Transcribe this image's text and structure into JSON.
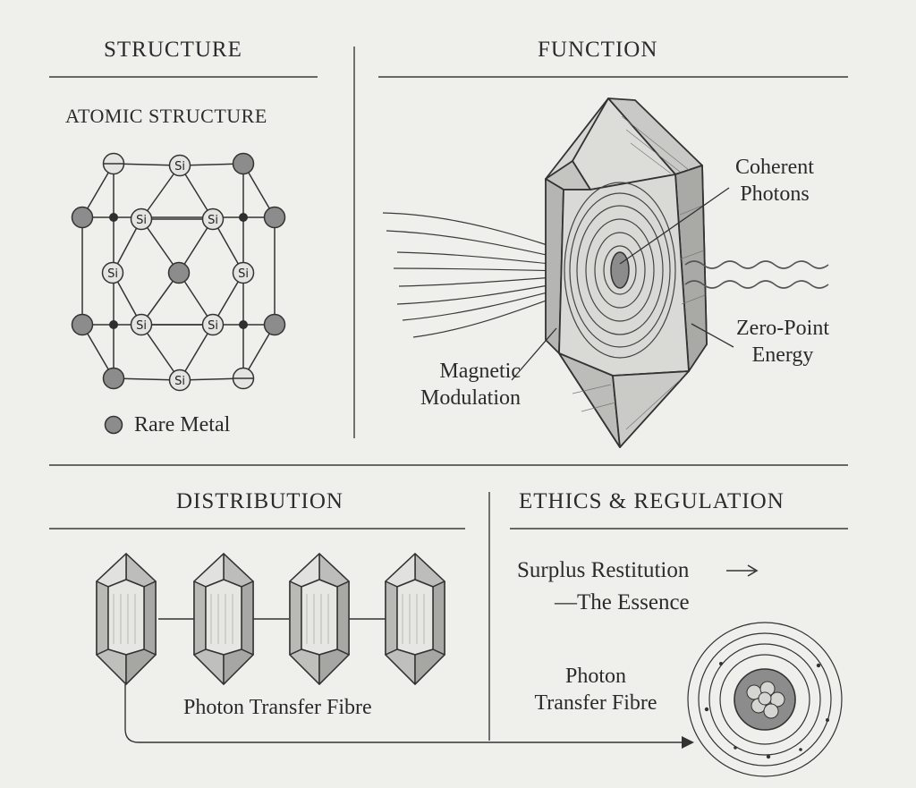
{
  "sections": {
    "structure": "STRUCTURE",
    "function": "FUNCTION",
    "distribution": "DISTRIBUTION",
    "ethics": "ETHICS & REGULATION"
  },
  "structure": {
    "subtitle": "ATOMIC STRUCTURE",
    "atom_label": "Si",
    "legend": "Rare Metal"
  },
  "function": {
    "coherent_photons": [
      "Coherent",
      "Photons"
    ],
    "zero_point_energy": [
      "Zero-Point",
      "Energy"
    ],
    "magnetic_modulation": [
      "Magnetic",
      "Modulation"
    ]
  },
  "distribution": {
    "fibre_label": "Photon Transfer Fibre"
  },
  "ethics": {
    "line1": "Surplus Restitution",
    "line2": "—The Essence",
    "fibre_label": [
      "Photon",
      "Transfer Fibre"
    ]
  },
  "colors": {
    "background": "#efefec",
    "ink": "#2a2a2a",
    "rare_metal": "#8c8c8c",
    "si_atom": "#e4e4e0",
    "crystal_face": "#cfcfcb"
  }
}
